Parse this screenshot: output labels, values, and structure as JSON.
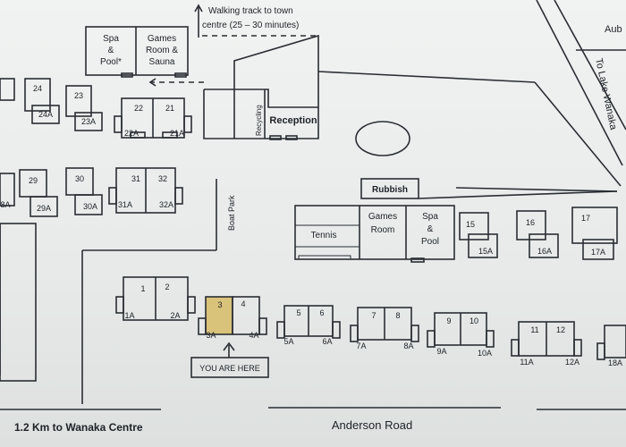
{
  "labels": {
    "walking_track_line1": "Walking track to town",
    "walking_track_line2": "centre (25 – 30 minutes)",
    "spa_pool_1": "Spa",
    "spa_pool_2": "&",
    "spa_pool_3": "Pool*",
    "games_sauna_1": "Games",
    "games_sauna_2": "Room &",
    "games_sauna_3": "Sauna",
    "recycling": "Recycling",
    "reception": "Reception",
    "rubbish": "Rubbish",
    "tennis": "Tennis",
    "games_room_1": "Games",
    "games_room_2": "Room",
    "spa_2_1": "Spa",
    "spa_2_2": "&",
    "spa_2_3": "Pool",
    "boat_park": "Boat Park",
    "to_lake_wanaka": "To Lake Wanaka",
    "aub": "Aub",
    "you_are_here": "YOU ARE HERE",
    "anderson_road": "Anderson Road",
    "to_wanaka_centre": "1.2 Km to Wanaka Centre"
  },
  "units": {
    "u24": "24",
    "u24a": "24A",
    "u23": "23",
    "u23a": "23A",
    "u22": "22",
    "u22a": "22A",
    "u21": "21",
    "u21a": "21A",
    "u28a": "8A",
    "u29": "29",
    "u29a": "29A",
    "u30": "30",
    "u30a": "30A",
    "u31": "31",
    "u31a": "31A",
    "u32": "32",
    "u32a": "32A",
    "u15": "15",
    "u15a": "15A",
    "u16": "16",
    "u16a": "16A",
    "u17": "17",
    "u17a": "17A",
    "u1": "1",
    "u1a": "1A",
    "u2": "2",
    "u2a": "2A",
    "u3": "3",
    "u3a": "3A",
    "u4": "4",
    "u4a": "4A",
    "u5": "5",
    "u5a": "5A",
    "u6": "6",
    "u6a": "6A",
    "u7": "7",
    "u7a": "7A",
    "u8": "8",
    "u8a": "8A",
    "u9": "9",
    "u9a": "9A",
    "u10": "10",
    "u10a": "10A",
    "u11": "11",
    "u11a": "11A",
    "u12": "12",
    "u12a": "12A",
    "u18a": "18A"
  },
  "colors": {
    "highlight_unit": "#d9c27a",
    "line": "#2a2e33"
  }
}
